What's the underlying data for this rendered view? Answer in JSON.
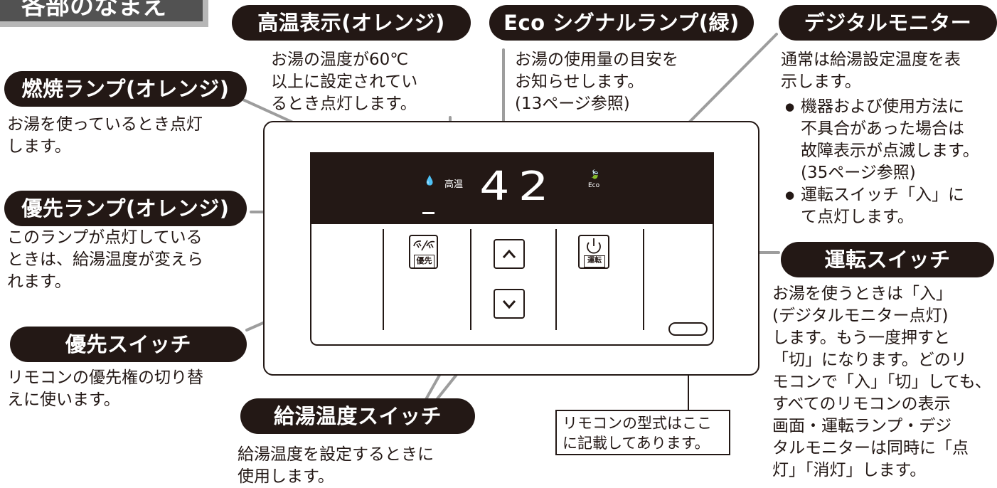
{
  "page_header": {
    "label": "各部のなまえ"
  },
  "callouts": {
    "high_temp": {
      "title": "高温表示(オレンジ)",
      "desc": "お湯の温度が60℃\n以上に設定されてい\nるとき点灯します。"
    },
    "eco": {
      "title": "Eco シグナルランプ(緑)",
      "desc": "お湯の使用量の目安を\nお知らせします。\n(13ページ参照)"
    },
    "monitor": {
      "title": "デジタルモニター",
      "desc": "通常は給湯設定温度を表\n示します。",
      "bullets": [
        "機器および使用方法に\n不具合があった場合は\n故障表示が点滅します。\n(35ページ参照)",
        "運転スイッチ「入」に\nて点灯します。"
      ]
    },
    "combustion": {
      "title": "燃焼ランプ(オレンジ)",
      "desc": "お湯を使っているとき点灯\nします。"
    },
    "priority_lamp": {
      "title": "優先ランプ(オレンジ)",
      "desc": "このランプが点灯している\nときは、給湯温度が変えら\nれます。"
    },
    "priority_switch": {
      "title": "優先スイッチ",
      "desc": "リモコンの優先権の切り替\nえに使います。"
    },
    "temp_switch": {
      "title": "給湯温度スイッチ",
      "desc": "給湯温度を設定するときに\n使用します。"
    },
    "power_switch": {
      "title": "運転スイッチ",
      "desc": "お湯を使うときは「入」\n(デジタルモニター点灯)\nします。もう一度押すと\n「切」になります。どのリ\nモコンで「入」「切」しても、\nすべてのリモコンの表示\n画面・運転ランプ・デジ\nタルモニターは同時に「点\n灯」「消灯」します。"
    },
    "model_note": {
      "text": "リモコンの型式はここ\nに記載してあります。"
    }
  },
  "remote": {
    "display_value": "42",
    "high_temp_label": "高温",
    "eco_label": "Eco",
    "priority_button_label": "優先",
    "power_button_label": "運転"
  },
  "colors": {
    "ink": "#231815",
    "leader": "#9d9d9d",
    "tab": "#525252"
  }
}
